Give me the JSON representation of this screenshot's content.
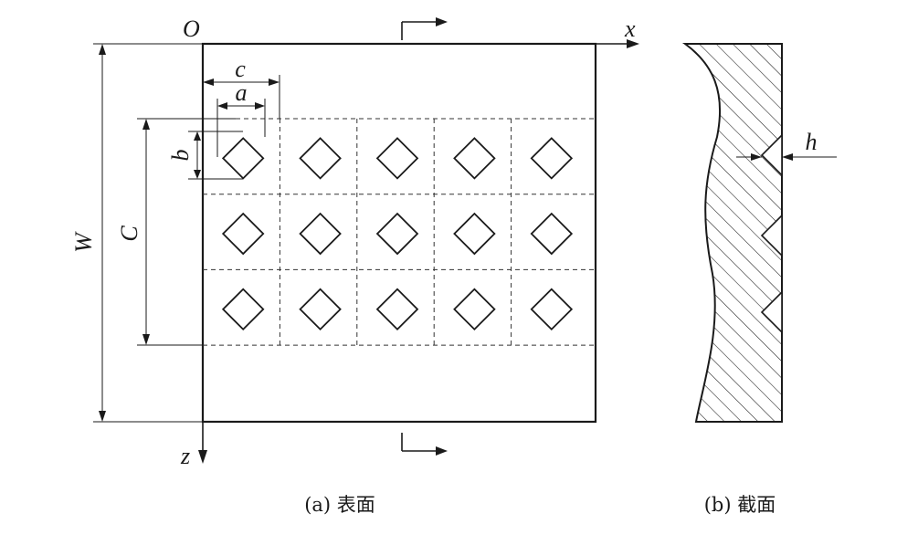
{
  "labels": {
    "origin": "O",
    "x_axis": "x",
    "z_axis": "z",
    "width": "W",
    "cell_pitch_vertical": "C",
    "cell_pitch_horizontal": "c",
    "pattern_width": "a",
    "pattern_height": "b",
    "depth": "h"
  },
  "captions": {
    "surface": "(a)  表面",
    "section": "(b)  截面"
  },
  "grid": {
    "rows": 3,
    "cols": 5
  }
}
